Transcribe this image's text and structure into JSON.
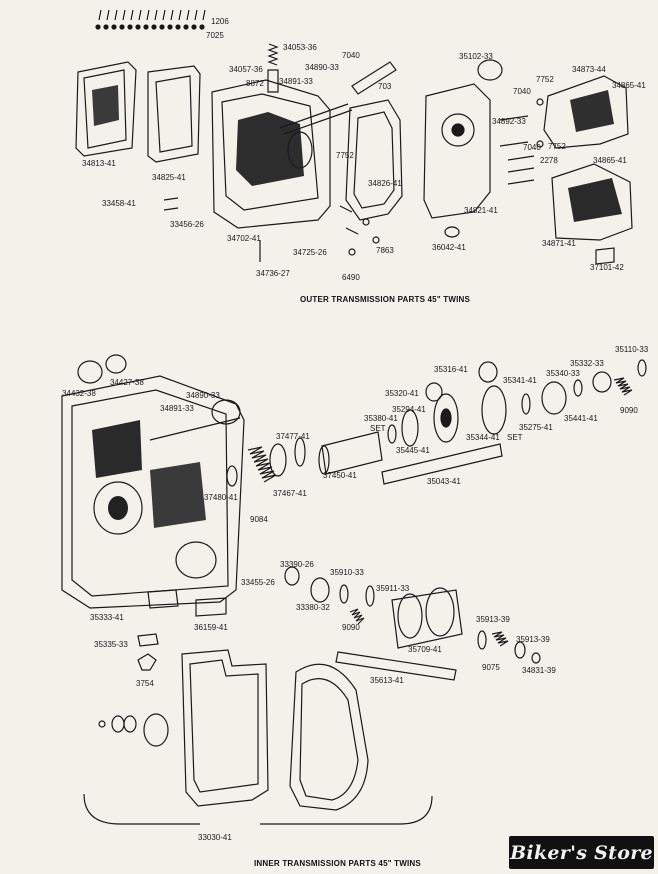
{
  "outer": {
    "caption": "OUTER TRANSMISSION PARTS 45\" TWINS",
    "labels": {
      "p1206": "1206",
      "p7025": "7025",
      "p34053_36": "34053-36",
      "p34057_36": "34057-36",
      "p34890_33": "34890-33",
      "p7040a": "7040",
      "p35102_33": "35102-33",
      "p8872": "8872",
      "p34891_33": "34891-33",
      "p703": "703",
      "p7752a": "7752",
      "p34873_44": "34873-44",
      "p34865_41a": "34865-41",
      "p7040b": "7040",
      "p34892_33": "34892-33",
      "p34813_41": "34813-41",
      "p7752b": "7752",
      "p34826_41": "34826-41",
      "p7040c": "7040",
      "p7752c": "7752",
      "p34865_41b": "34865-41",
      "p2278": "2278",
      "p34825_41": "34825-41",
      "p33458_41": "33458-41",
      "p33456_26": "33456-26",
      "p34821_41": "34821-41",
      "p34702_41": "34702-41",
      "p34725_26": "34725-26",
      "p7863": "7863",
      "p36042_41": "36042-41",
      "p34871_41": "34871-41",
      "p34736_27": "34736-27",
      "p6490": "6490",
      "p37101_42": "37101-42"
    }
  },
  "inner": {
    "caption": "INNER TRANSMISSION PARTS 45\" TWINS",
    "labels": {
      "p35110_33": "35110-33",
      "p35316_41": "35316-41",
      "p35332_33": "35332-33",
      "p35340_33": "35340-33",
      "p34432_38": "34432-38",
      "p34427_38": "34427-38",
      "p35341_41": "35341-41",
      "p35320_41": "35320-41",
      "p34890_33": "34890-33",
      "p9090a": "9090",
      "p34891_33": "34891-33",
      "p35294_41": "35294-41",
      "p35441_41": "35441-41",
      "p35380_41": "35380-41",
      "p35275_41": "35275-41",
      "set_a": "SET",
      "p37477_41": "37477-41",
      "p35344_41": "35344-41",
      "set_b": "SET",
      "p35445_41": "35445-41",
      "p37450_41": "37450-41",
      "p35043_41": "35043-41",
      "p37467_41": "37467-41",
      "p37480_41": "37480-41",
      "p9084": "9084",
      "p33390_26": "33390-26",
      "p35910_33": "35910-33",
      "p33455_26": "33455-26",
      "p35911_33": "35911-33",
      "p33380_32": "33380-32",
      "p35333_41": "35333-41",
      "p9090b": "9090",
      "p35913_39a": "35913-39",
      "p36159_41": "36159-41",
      "p35709_41": "35709-41",
      "p35913_39b": "35913-39",
      "p35335_33": "35335-33",
      "p9075": "9075",
      "p34831_39": "34831-39",
      "p3754": "3754",
      "p35613_41": "35613-41",
      "p33030_41": "33030-41"
    }
  },
  "watermark": "Biker's Store",
  "colors": {
    "ink": "#1a1a1a",
    "paper": "#f3f1ea",
    "badge": "#111111"
  }
}
